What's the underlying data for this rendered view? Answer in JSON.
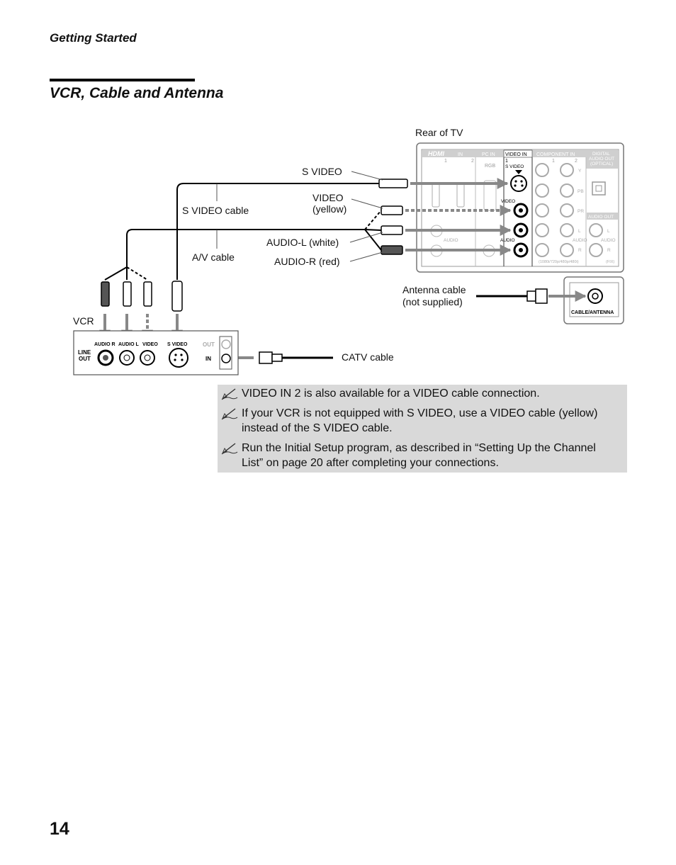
{
  "header": {
    "section": "Getting Started"
  },
  "title": "VCR, Cable and Antenna",
  "diagram": {
    "rear_of_tv": "Rear of TV",
    "callouts": {
      "s_video": "S VIDEO",
      "video": "VIDEO",
      "video_sub": "(yellow)",
      "audio_l": "AUDIO-L (white)",
      "audio_r": "AUDIO-R (red)",
      "s_video_cable": "S VIDEO cable",
      "av_cable": "A/V cable",
      "antenna_cable": "Antenna cable",
      "antenna_sub": "(not supplied)",
      "catv_cable": "CATV cable",
      "vcr": "VCR"
    },
    "tv_panel": {
      "hdmi": "HDMI",
      "in": "IN",
      "pc_in": "PC IN",
      "video_in": "VIDEO IN",
      "component_in": "COMPONENT IN",
      "digital": "DIGITAL",
      "audio_out_optical": "AUDIO OUT",
      "optical": "(OPTICAL)",
      "rgb": "RGB",
      "s_video": "S VIDEO",
      "video": "VIDEO",
      "audio": "AUDIO",
      "audio_out": "AUDIO OUT",
      "y": "Y",
      "pb": "PB",
      "pr": "PR",
      "l": "L",
      "r": "R",
      "res": "(1080i/720p/480p/480i)",
      "fix": "(FIX)",
      "n1": "1",
      "n2": "2",
      "cable_antenna": "CABLE/ANTENNA"
    },
    "vcr_panel": {
      "line": "LINE",
      "out": "OUT",
      "audio_r": "AUDIO R",
      "audio_l": "AUDIO L",
      "video": "VIDEO",
      "s_video": "S VIDEO",
      "rf_out": "OUT",
      "rf_in": "IN"
    }
  },
  "notes": [
    "VIDEO IN 2 is also available for a VIDEO cable connection.",
    "If your VCR is not equipped with S VIDEO, use a VIDEO cable (yellow) instead of the S VIDEO cable.",
    "Run the Initial Setup program, as described in “Setting Up the Channel List” on page 20 after completing your connections."
  ],
  "page_number": "14"
}
